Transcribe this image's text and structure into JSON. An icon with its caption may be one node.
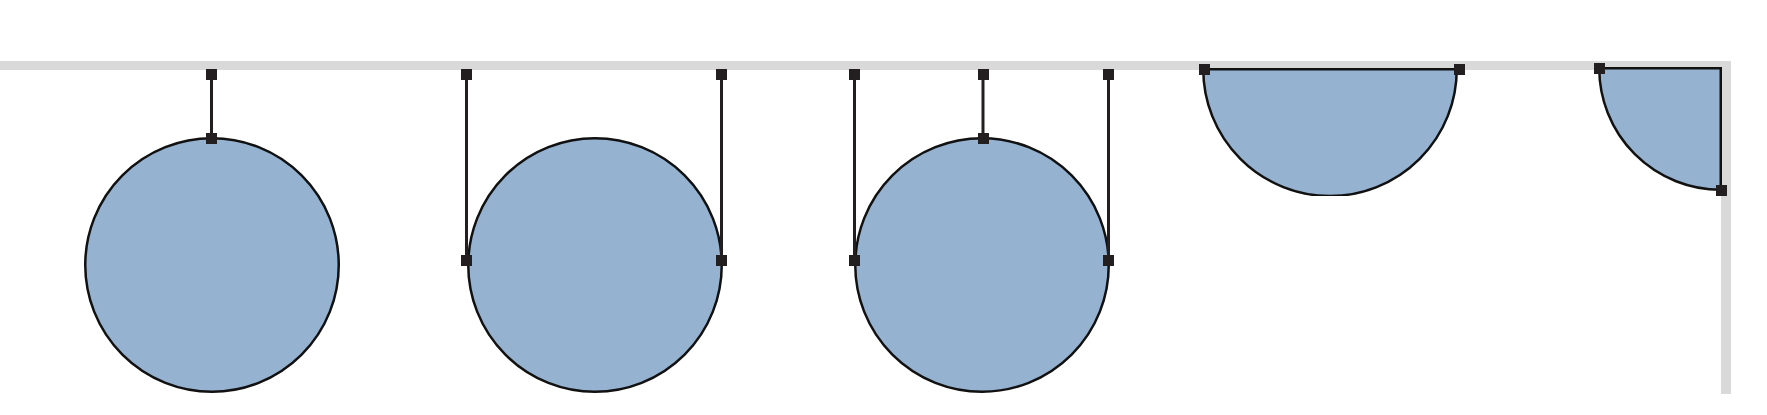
{
  "diagram": {
    "nodes": [
      {
        "text": [],
        "shape": "square"
      },
      {
        "text": [],
        "shape": "square"
      },
      {
        "text": [],
        "shape": "circle"
      },
      {
        "text": [],
        "shape": "square"
      },
      {
        "text": [],
        "shape": "square"
      },
      {
        "text": [],
        "shape": "square"
      },
      {
        "text": [],
        "shape": "square"
      },
      {
        "text": [],
        "shape": "circle"
      },
      {
        "text": [],
        "shape": "square"
      },
      {
        "text": [],
        "shape": "square"
      },
      {
        "text": [],
        "shape": "square"
      },
      {
        "text": [],
        "shape": "square"
      },
      {
        "text": [],
        "shape": "square"
      },
      {
        "text": [],
        "shape": "square"
      },
      {
        "text": [],
        "shape": "circle"
      },
      {
        "text": [],
        "shape": "square"
      },
      {
        "text": [],
        "shape": "square"
      },
      {
        "text": [],
        "shape": "semicircle"
      },
      {
        "text": [],
        "shape": "square"
      },
      {
        "text": [],
        "shape": "square"
      },
      {
        "text": [],
        "shape": "quadrant"
      }
    ],
    "edges": [
      {
        "from": 0,
        "to": 1,
        "arrow": "none"
      },
      {
        "from": 3,
        "to": 5,
        "arrow": "none"
      },
      {
        "from": 4,
        "to": 6,
        "arrow": "none"
      },
      {
        "from": 8,
        "to": 12,
        "arrow": "none"
      },
      {
        "from": 9,
        "to": 11,
        "arrow": "none"
      },
      {
        "from": 10,
        "to": 13,
        "arrow": "none"
      }
    ]
  }
}
